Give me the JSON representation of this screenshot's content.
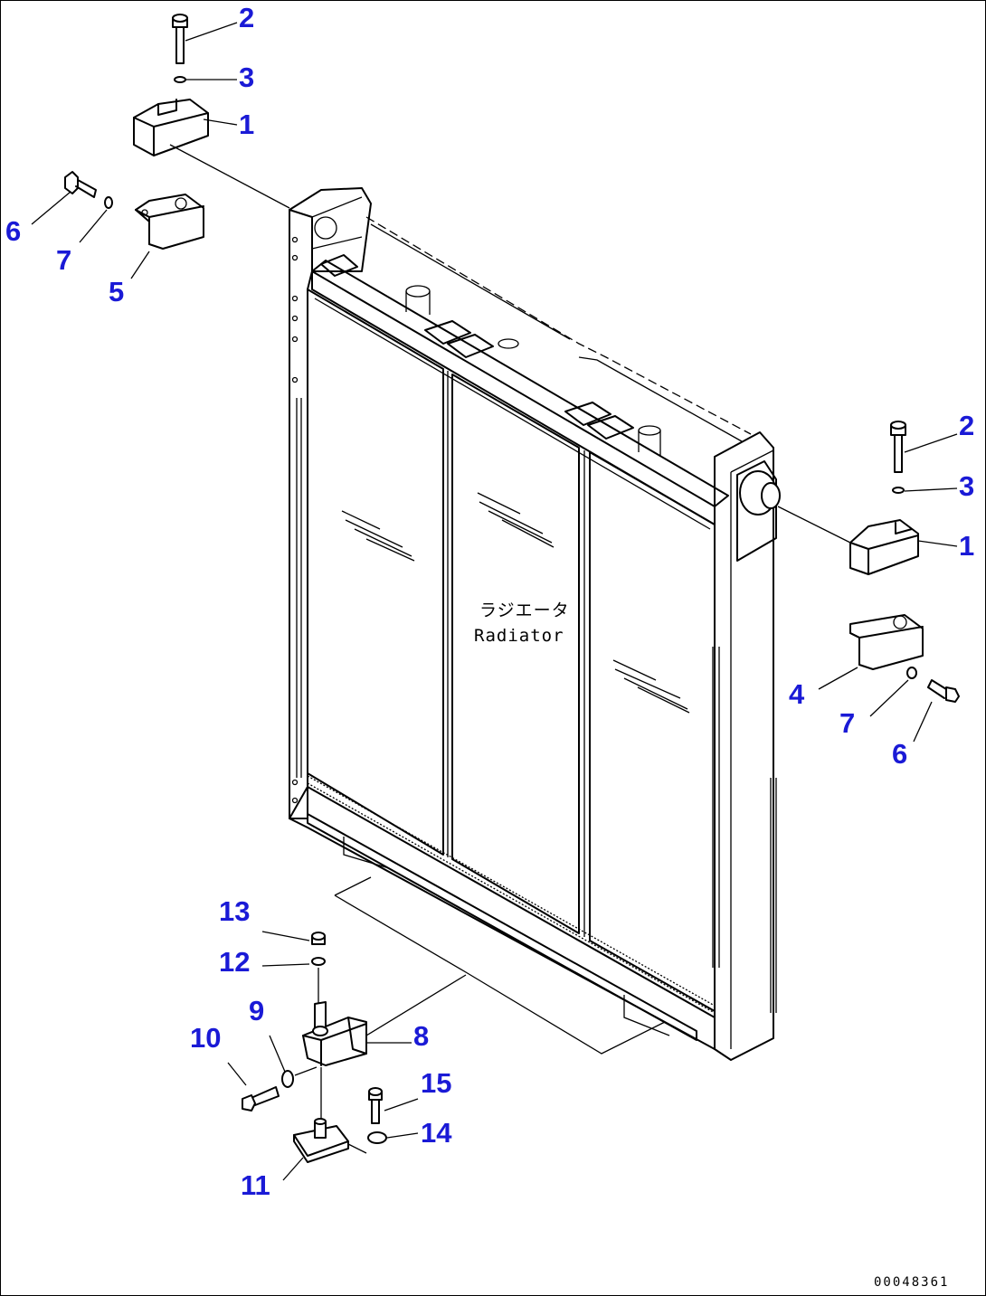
{
  "radiator": {
    "label_jp": "ラジエータ",
    "label_en": "Radiator"
  },
  "drawing_code": "00048361",
  "callouts": {
    "c_top_2": "2",
    "c_top_3": "3",
    "c_top_1": "1",
    "c_left_6": "6",
    "c_left_7": "7",
    "c_left_5": "5",
    "c_right_2": "2",
    "c_right_3": "3",
    "c_right_1": "1",
    "c_right_4": "4",
    "c_right_7": "7",
    "c_right_6": "6",
    "c_bot_13": "13",
    "c_bot_12": "12",
    "c_bot_9": "9",
    "c_bot_10": "10",
    "c_bot_8": "8",
    "c_bot_15": "15",
    "c_bot_14": "14",
    "c_bot_11": "11"
  },
  "colors": {
    "callout": "#1a1ad6",
    "line": "#000000",
    "background": "#ffffff"
  }
}
